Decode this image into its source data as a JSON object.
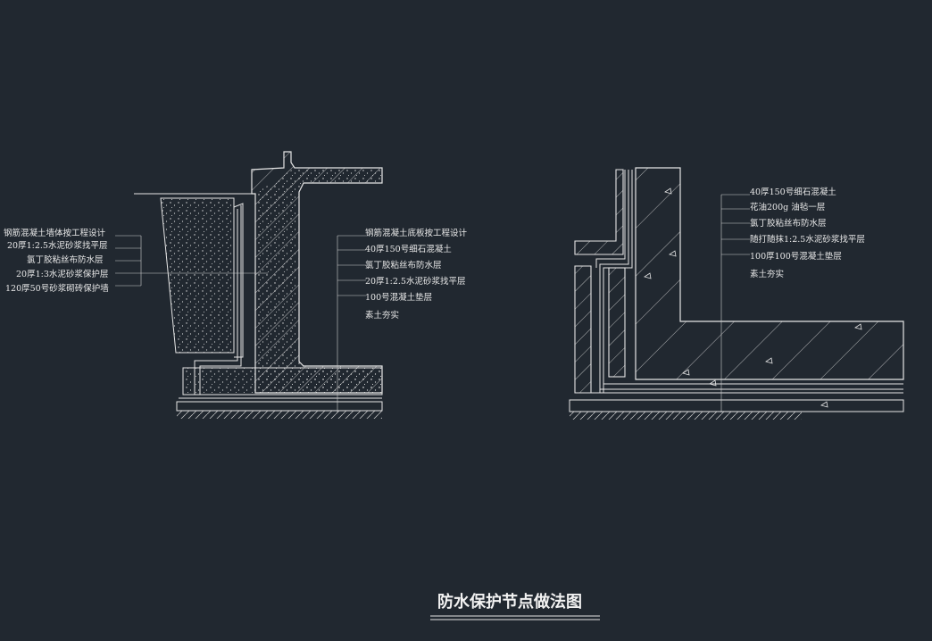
{
  "canvas": {
    "background": "#212830",
    "line_color": "#e6e6e6"
  },
  "title": "防水保护节点做法图",
  "left_detail": {
    "left_labels": [
      "钢筋混凝土墙体按工程设计",
      "20厚1:2.5水泥砂浆找平层",
      "氯丁胶粘丝布防水层",
      "20厚1:3水泥砂浆保护层",
      "120厚50号砂浆砌砖保护墙"
    ],
    "right_labels": [
      "钢筋混凝土底板按工程设计",
      "40厚150号细石混凝土",
      "氯丁胶粘丝布防水层",
      "20厚1:2.5水泥砂浆找平层",
      "100号混凝土垫层",
      "素土夯实"
    ]
  },
  "right_detail": {
    "labels": [
      "40厚150号细石混凝土",
      "花油200g 油毡一层",
      "氯丁胶粘丝布防水层",
      "随打随抹1:2.5水泥砂浆找平层",
      "100厚100号混凝土垫层",
      "素土夯实"
    ]
  }
}
